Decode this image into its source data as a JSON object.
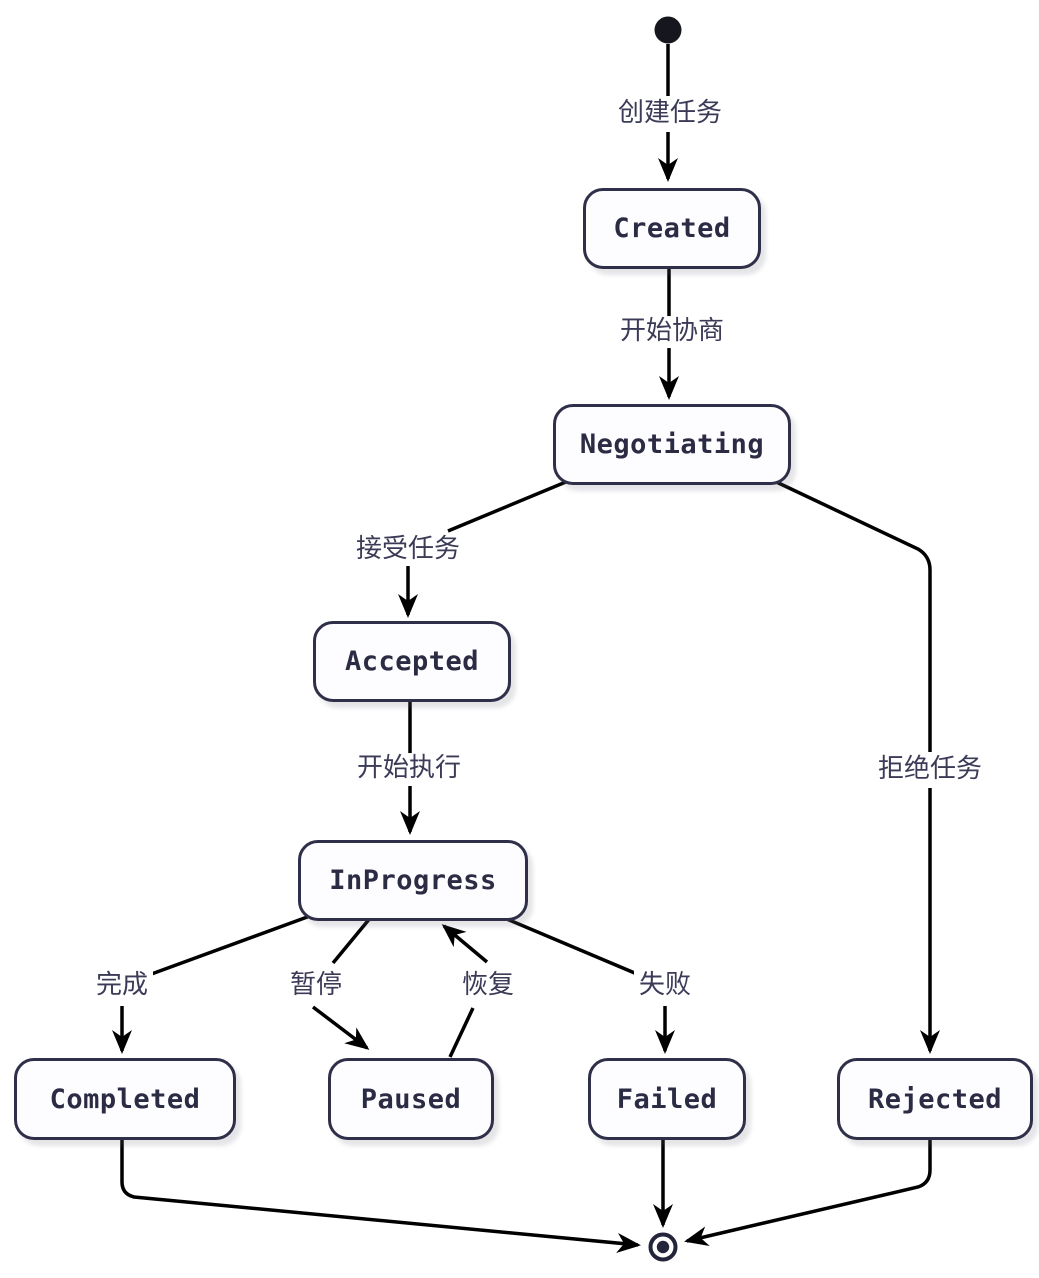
{
  "diagram": {
    "kind": "state-machine",
    "colors": {
      "background": "#ffffff",
      "node_fill": "#fdfdff",
      "node_border": "#2f2f49",
      "node_text": "#2b2b44",
      "edge_line": "#000000",
      "edge_label_text": "#3b3b58",
      "terminal_marker": "#24243a"
    },
    "nodes": [
      {
        "id": "created",
        "label": "Created"
      },
      {
        "id": "negotiating",
        "label": "Negotiating"
      },
      {
        "id": "accepted",
        "label": "Accepted"
      },
      {
        "id": "inprogress",
        "label": "InProgress"
      },
      {
        "id": "completed",
        "label": "Completed"
      },
      {
        "id": "paused",
        "label": "Paused"
      },
      {
        "id": "failed",
        "label": "Failed"
      },
      {
        "id": "rejected",
        "label": "Rejected"
      }
    ],
    "edges": [
      {
        "from": "start",
        "to": "Created",
        "label": "创建任务"
      },
      {
        "from": "Created",
        "to": "Negotiating",
        "label": "开始协商"
      },
      {
        "from": "Negotiating",
        "to": "Accepted",
        "label": "接受任务"
      },
      {
        "from": "Negotiating",
        "to": "Rejected",
        "label": "拒绝任务"
      },
      {
        "from": "Accepted",
        "to": "InProgress",
        "label": "开始执行"
      },
      {
        "from": "InProgress",
        "to": "Completed",
        "label": "完成"
      },
      {
        "from": "InProgress",
        "to": "Paused",
        "label": "暂停"
      },
      {
        "from": "Paused",
        "to": "InProgress",
        "label": "恢复"
      },
      {
        "from": "InProgress",
        "to": "Failed",
        "label": "失败"
      },
      {
        "from": "Completed",
        "to": "end",
        "label": ""
      },
      {
        "from": "Failed",
        "to": "end",
        "label": ""
      },
      {
        "from": "Rejected",
        "to": "end",
        "label": ""
      }
    ]
  }
}
